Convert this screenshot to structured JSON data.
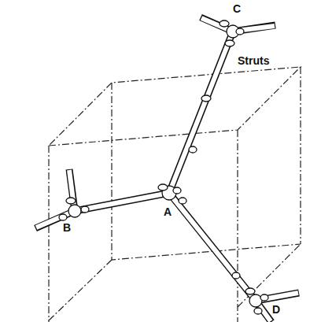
{
  "diagram": {
    "labels": [
      "C",
      "Struts",
      "B",
      "A",
      "D"
    ]
  }
}
